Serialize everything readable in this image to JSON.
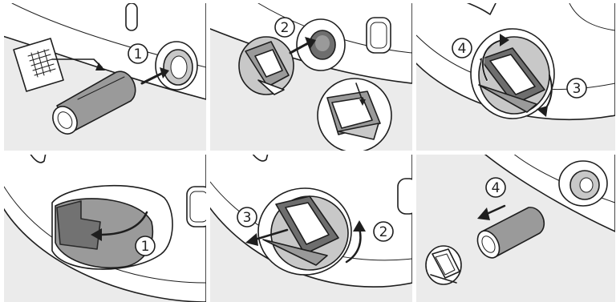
{
  "figure": {
    "panels": [
      {
        "id": "p1",
        "steps": [
          "1"
        ]
      },
      {
        "id": "p2",
        "steps": [
          "2"
        ]
      },
      {
        "id": "p3",
        "steps": [
          "4",
          "3"
        ]
      },
      {
        "id": "p4",
        "steps": [
          "1"
        ]
      },
      {
        "id": "p5",
        "steps": [
          "3",
          "2"
        ]
      },
      {
        "id": "p6",
        "steps": [
          "4"
        ]
      }
    ]
  },
  "colors": {
    "panel_bg": "#ebebeb",
    "shell": "#ffffff",
    "outline": "#1e1e1e",
    "part_grey": "#9a9a9a"
  },
  "icons": [
    "filter-cartridge-icon",
    "cap-icon",
    "arrow-icon",
    "detail-magnifier-icon"
  ]
}
